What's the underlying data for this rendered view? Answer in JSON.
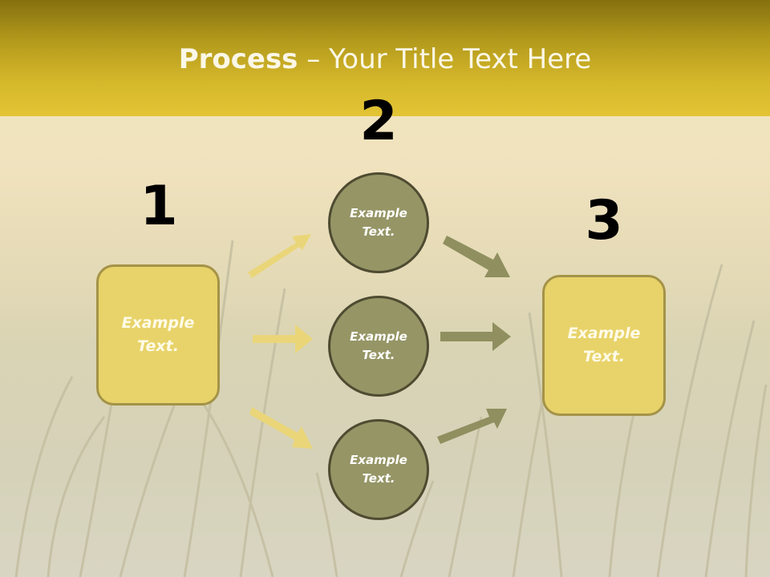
{
  "title": {
    "bold": "Process",
    "rest": " – Your Title Text Here"
  },
  "numbers": [
    "1",
    "2",
    "3"
  ],
  "boxes": [
    {
      "line1": "Example",
      "line2": "Text."
    },
    {
      "line1": "Example",
      "line2": "Text."
    }
  ],
  "circles": [
    {
      "line1": "Example",
      "line2": "Text."
    },
    {
      "line1": "Example",
      "line2": "Text."
    },
    {
      "line1": "Example",
      "line2": "Text."
    }
  ],
  "colors": {
    "header": "#d5b72b",
    "box_fill": "#e8d36a",
    "circle_fill": "#959566",
    "arrow_left": "#ead679",
    "arrow_right": "#8f8f5f"
  }
}
